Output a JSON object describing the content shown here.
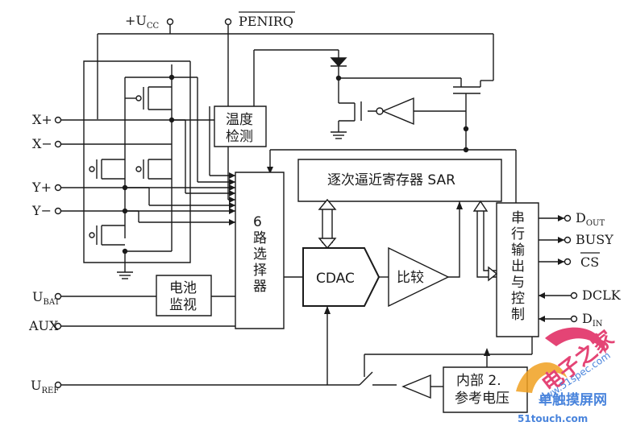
{
  "pins": {
    "vcc_main": "+U",
    "vcc_sub": "CC",
    "penirq": "PENIRQ",
    "xp": "X+",
    "xm": "X−",
    "yp": "Y+",
    "ym": "Y−",
    "ubat_main": "U",
    "ubat_sub": "BAT",
    "aux": "AUX",
    "uref_main": "U",
    "uref_sub": "REF"
  },
  "blocks": {
    "temp_line1": "温度",
    "temp_line2": "检测",
    "sar": "逐次逼近寄存器 SAR",
    "mux_lines": [
      "6",
      "路",
      "选",
      "择",
      "器"
    ],
    "battery_line1": "电池",
    "battery_line2": "监视",
    "cdac": "CDAC",
    "comparator": "比较",
    "serial_lines": [
      "串",
      "行",
      "输",
      "出",
      "与",
      "控",
      "制"
    ],
    "ref_line1": "内部 2.",
    "ref_line2": "参考电压"
  },
  "outputs": {
    "dout_main": "D",
    "dout_sub": "OUT",
    "busy": "BUSY",
    "cs": "CS",
    "dclk": "DCLK",
    "din_main": "D",
    "din_sub": "IN"
  },
  "watermark": {
    "text1": "电子之家",
    "text2": "www.51spec.com",
    "text3": "单触摸屏网",
    "text4": "51touch.com"
  },
  "colors": {
    "line": "#1a1a1a",
    "watermark_red": "#e0245e",
    "watermark_orange": "#f0a020",
    "watermark_blue": "#2a6fd6"
  }
}
